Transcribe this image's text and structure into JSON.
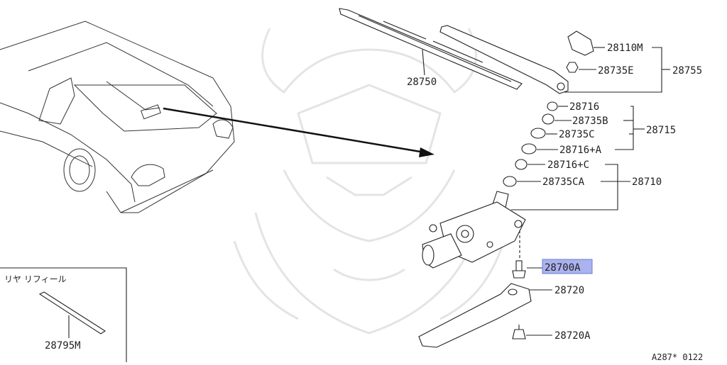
{
  "diagram": {
    "part_labels": {
      "p28750": "28750",
      "p28110M": "28110M",
      "p28735E": "28735E",
      "p28755": "28755",
      "p28716": "28716",
      "p28735B": "28735B",
      "p28735C": "28735C",
      "p28715": "28715",
      "p28716A": "28716+A",
      "p28716C": "28716+C",
      "p28735CA": "28735CA",
      "p28710": "28710",
      "p28700A": "28700A",
      "p28720": "28720",
      "p28720A": "28720A",
      "p28795M": "28795M"
    },
    "inset_title": "リヤ リフィール",
    "figure_code": "A287* 0122",
    "highlight_color": "#aab3ee"
  }
}
